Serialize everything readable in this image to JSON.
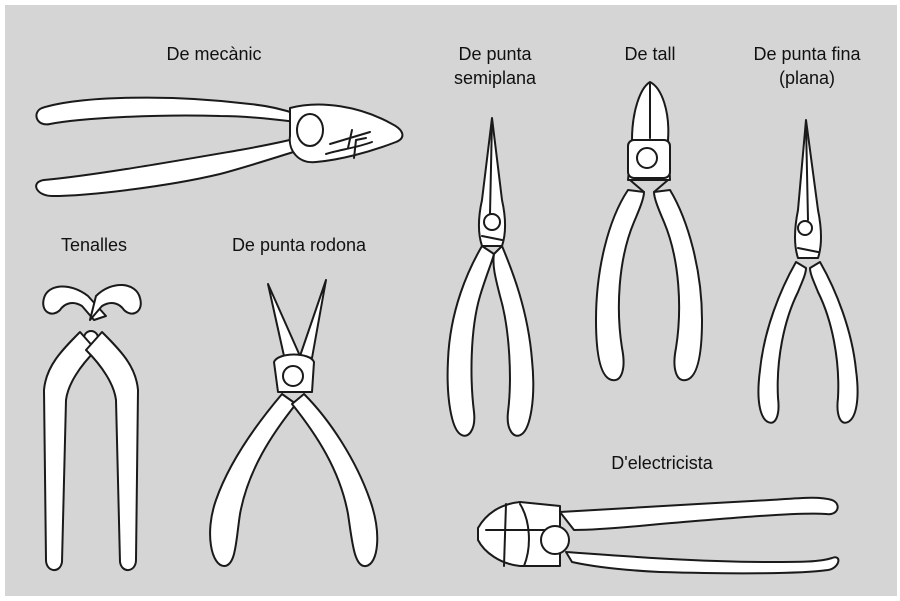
{
  "labels": {
    "mecanic": "De mecànic",
    "semiplana_l1": "De punta",
    "semiplana_l2": "semiplana",
    "tall": "De tall",
    "fina_l1": "De punta fina",
    "fina_l2": "(plana)",
    "tenalles": "Tenalles",
    "rodona": "De punta rodona",
    "electricista": "D'electricista"
  },
  "colors": {
    "background": "#d5d5d5",
    "tool_fill": "#ffffff",
    "outline": "#1a1a1a"
  }
}
